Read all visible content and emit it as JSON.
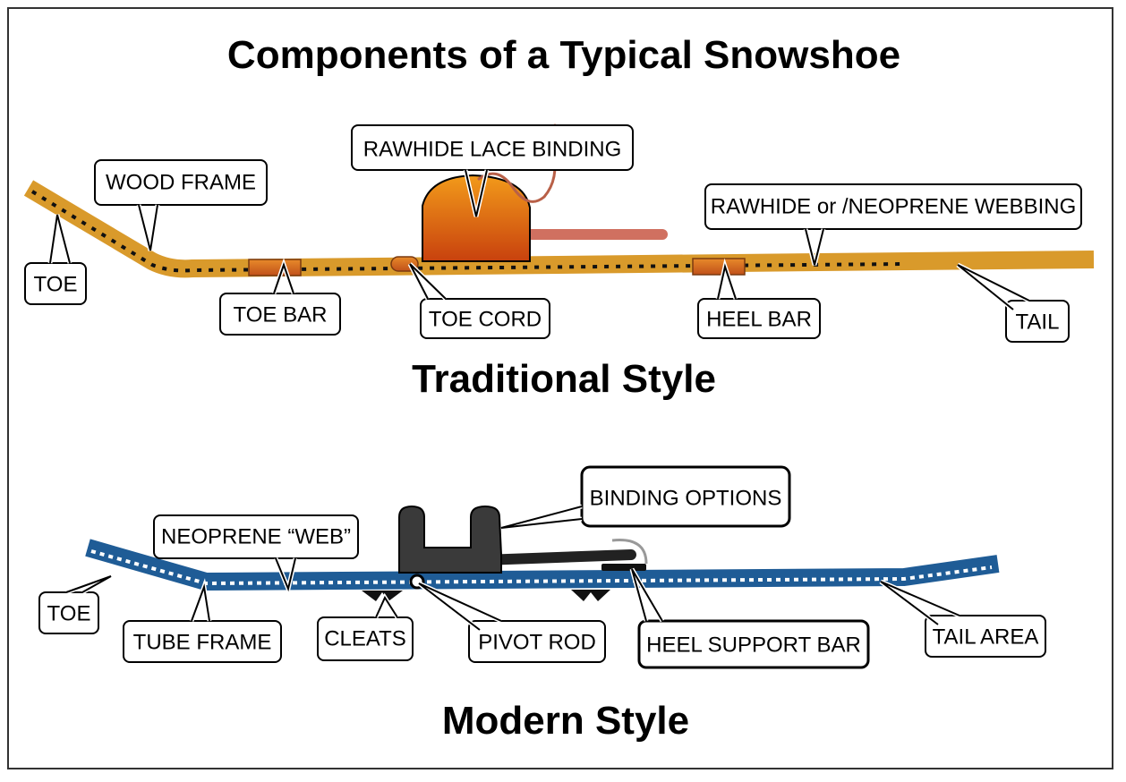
{
  "title": "Components of a Typical Snowshoe",
  "colors": {
    "wood_frame": "#D99A2B",
    "rawhide_binding_top": "#F29A1A",
    "rawhide_binding_bottom": "#C8410E",
    "rawhide_strap": "#D07060",
    "rawhide_lace": "#B86048",
    "tube_frame": "#1F5C96",
    "modern_binding": "#3A3A3A",
    "webbing_dots": "#111111",
    "neoprene_dashes": "#FFFFFF"
  },
  "traditional": {
    "heading": "Traditional  Style",
    "labels": {
      "wood_frame": "WOOD FRAME",
      "rawhide_lace_binding": "RAWHIDE LACE  BINDING",
      "webbing": "RAWHIDE or /NEOPRENE WEBBING",
      "toe": "TOE",
      "toe_bar": "TOE BAR",
      "toe_cord": "TOE CORD",
      "heel_bar": "HEEL BAR",
      "tail": "TAIL"
    }
  },
  "modern": {
    "heading": "Modern Style",
    "labels": {
      "binding_options": "BINDING OPTIONS",
      "neoprene_web": "NEOPRENE “WEB”",
      "toe": "TOE",
      "tube_frame": "TUBE FRAME",
      "cleats": "CLEATS",
      "pivot_rod": "PIVOT ROD",
      "heel_support_bar": "HEEL SUPPORT BAR",
      "tail_area": "TAIL AREA"
    }
  }
}
